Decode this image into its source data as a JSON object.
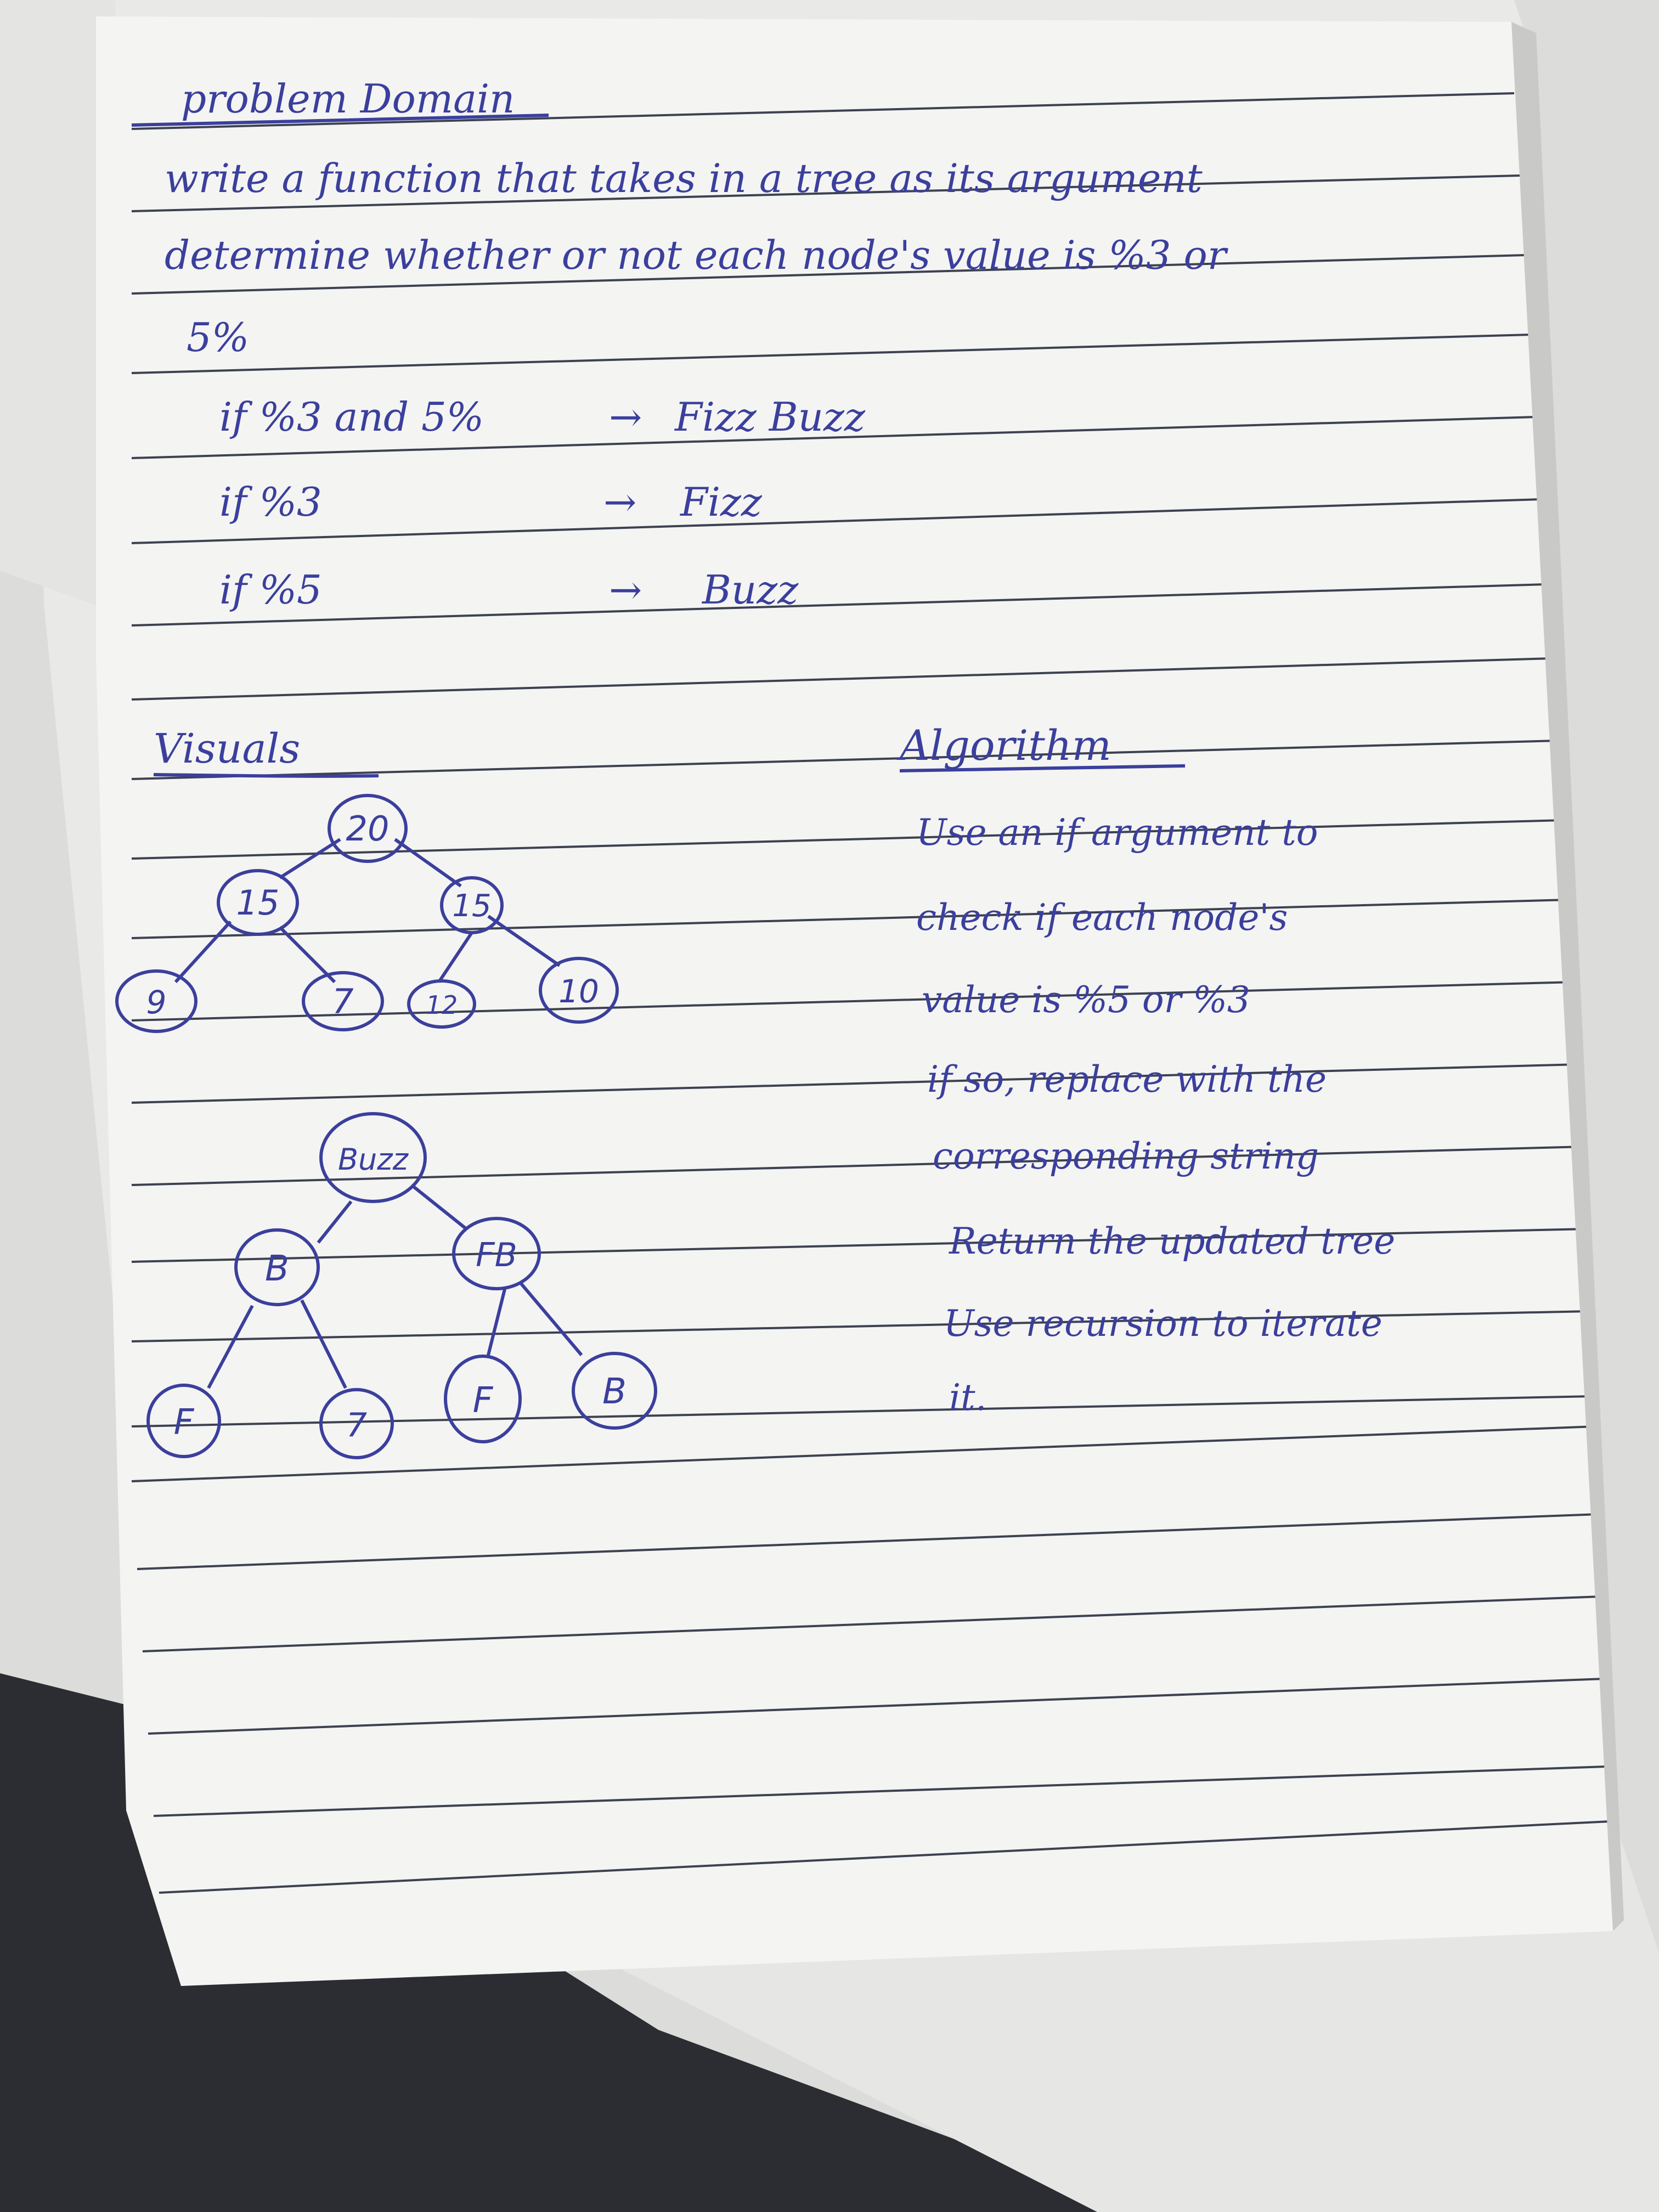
{
  "colors": {
    "ink": "#3b3f9c",
    "paper": "#f4f4f4",
    "rule_line": "#3d4250",
    "desk": "#e2e2e0",
    "carpet": "#2b2d33"
  },
  "heading": "problem Domain",
  "problem_lines": [
    "write a function that takes in a tree as its argument",
    "determine whether or not each node's value is %3 or",
    "5%"
  ],
  "rules": [
    {
      "condition": "if %3 and 5%",
      "result": "Fizz Buzz"
    },
    {
      "condition": "if %3",
      "result": "Fizz"
    },
    {
      "condition": "if %5",
      "result": "Buzz"
    }
  ],
  "visuals_heading": "Visuals",
  "tree_before": {
    "root": "20",
    "left": "15",
    "right": "15",
    "left_left": "9",
    "left_right": "7",
    "right_left": "12",
    "right_right": "10"
  },
  "tree_after": {
    "root": "Buzz",
    "left": "B",
    "right": "FB",
    "left_left": "F",
    "left_right": "7",
    "right_left": "F",
    "right_right": "B"
  },
  "algorithm_heading": "Algorithm",
  "algorithm_lines": [
    "Use an if argument to",
    "check if each node's",
    "value is %5 or %3",
    "if so, replace with the",
    "corresponding string",
    "Return the updated tree",
    "Use recursion to iterate",
    "it."
  ]
}
